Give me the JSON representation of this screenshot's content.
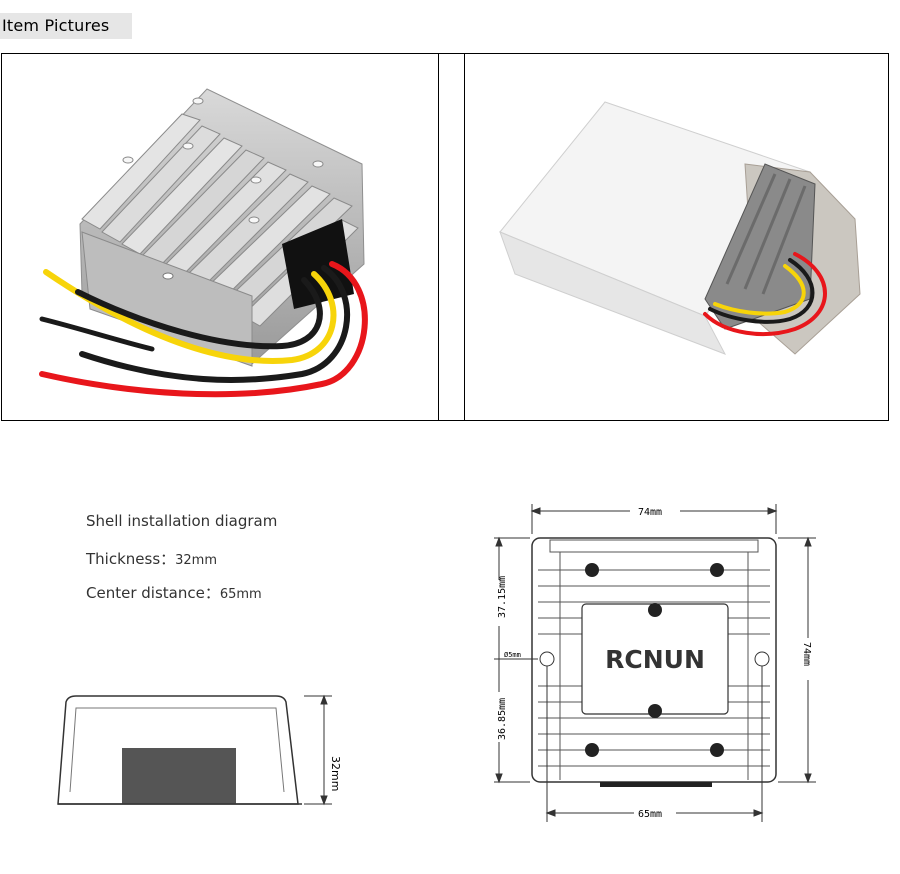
{
  "header": {
    "title": "Item Pictures"
  },
  "diagram": {
    "title": "Shell installation diagram",
    "thickness_label": "Thickness：",
    "thickness_value": "32mm",
    "center_label": "Center distance：",
    "center_value": "65mm",
    "side_height": "32mm",
    "top_width": "74mm",
    "top_height": "74mm",
    "upper_offset": "37.15mm",
    "lower_offset": "36.85mm",
    "hole_diameter": "Ø5mm",
    "center_distance": "65mm",
    "brand": "RCNUN"
  },
  "colors": {
    "header_bg": "#e6e6e6",
    "wire_red": "#e8161b",
    "wire_yellow": "#f7d40a",
    "wire_black": "#1a1a1a",
    "aluminum": "#c9c9c9"
  }
}
